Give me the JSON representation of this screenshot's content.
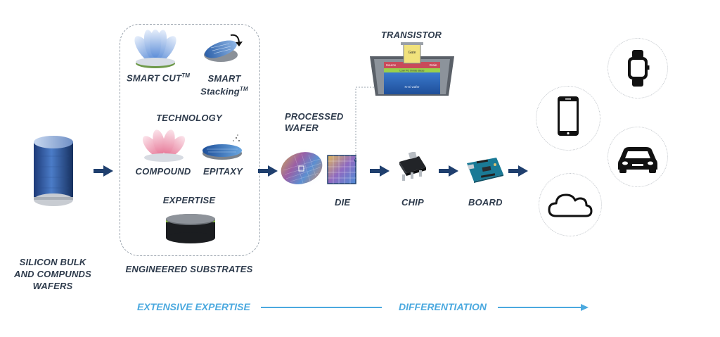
{
  "labels": {
    "silicon": [
      "SILICON BULK",
      "AND COMPUNDS",
      "WAFERS"
    ],
    "smart_cut": "SMART CUT",
    "smart_cut_sup": "TM",
    "smart_stacking_1": "SMART",
    "smart_stacking_2": "Stacking",
    "smart_stacking_sup": "TM",
    "technology": "TECHNOLOGY",
    "compound": "COMPOUND",
    "epitaxy": "EPITAXY",
    "expertise": "EXPERTISE",
    "engineered_substrates": "ENGINEERED SUBSTRATES",
    "processed_wafer": [
      "PROCESSED",
      "WAFER"
    ],
    "die": "DIE",
    "transistor": "TRANSISTOR",
    "chip": "CHIP",
    "board": "BOARD"
  },
  "transistor_parts": {
    "gate": "Gate",
    "source": "Source",
    "drain": "Drain",
    "layer": "Low Pd Oxide Base",
    "wafer": "N-Si wafer"
  },
  "flow": {
    "left": "EXTENSIVE EXPERTISE",
    "right": "DIFFERENTIATION"
  },
  "icons": [
    "watch-icon",
    "smartphone-icon",
    "car-icon",
    "cloud-icon"
  ],
  "colors": {
    "text": "#2e3b4c",
    "arrow": "#1f3f6e",
    "flow": "#4ba9df"
  }
}
